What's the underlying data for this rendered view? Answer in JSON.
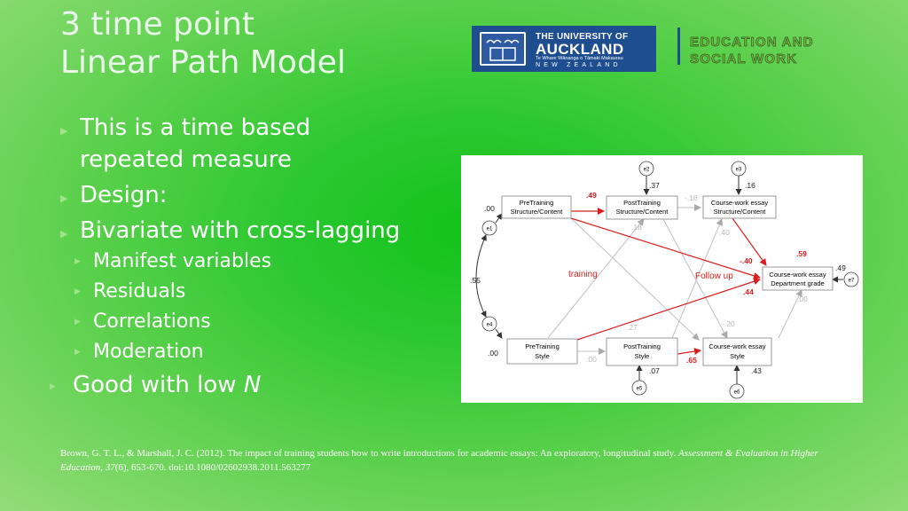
{
  "title": {
    "line1": "3 time point",
    "line2": "Linear Path Model"
  },
  "logo": {
    "line1": "THE UNIVERSITY OF",
    "line2": "AUCKLAND",
    "line3": "Te Whare Wānanga o Tāmaki Makaurau",
    "line4": "NEW ZEALAND"
  },
  "department": {
    "line1": "EDUCATION AND",
    "line2": "SOCIAL WORK"
  },
  "bullets": [
    {
      "text": "This is a time based repeated measure",
      "line1": "This is a time based",
      "line2": "repeated measure"
    },
    {
      "text": "Design:"
    },
    {
      "text": "Bivariate with cross-lagging"
    }
  ],
  "subbullets": [
    "Manifest variables",
    "Residuals",
    "Correlations",
    "Moderation"
  ],
  "final_bullet": {
    "text": "Good with low ",
    "emph": "N"
  },
  "diagram": {
    "nodes": {
      "pretrain_content": [
        "PreTraining",
        "Structure/Content"
      ],
      "posttrain_content": [
        "PostTraining",
        "Structure/Content"
      ],
      "coursework_content": [
        "Course-work essay",
        "Structure/Content"
      ],
      "grade": [
        "Course-work essay",
        "Department grade"
      ],
      "pretrain_style": [
        "PreTraining",
        "Style"
      ],
      "posttrain_style": [
        "PostTraining",
        "Style"
      ],
      "coursework_style": [
        "Course-work essay",
        "Style"
      ]
    },
    "residuals": {
      "e1": "e1",
      "e2": "e2",
      "e3": "e3",
      "e4": "e4",
      "e5": "e5",
      "e6": "e6",
      "e7": "e7"
    },
    "coefficients": {
      "r_pre_content": ".00",
      "r_post_content": ".37",
      "r_cw_content": ".16",
      "r_grade": ".49",
      "r_pre_style": ".00",
      "r_post_style": ".07",
      "r_cw_style": ".43",
      "p_pre_post_content": ".49",
      "p_post_cw_content": "-.16",
      "p_pre_style_post_content": ".18",
      "p_post_style_cw_content": ".40",
      "p_cw_content_grade": ".59",
      "p_pre_content_grade": "-.40",
      "p_pre_style_grade": ".44",
      "p_cw_style_grade": ".00",
      "p_pre_content_post_style": ".27",
      "p_post_content_cw_style": "-.20",
      "p_pre_post_style": ".00",
      "p_post_cw_style": ".65",
      "cov_e1_e4": ".55"
    },
    "labels": {
      "training": "training",
      "followup": "Follow up"
    },
    "colors": {
      "red": "#d81e1e",
      "grey": "#b0b0b0",
      "box": "#9a9a9a"
    }
  },
  "reference": {
    "text": "Brown, G. T. L., & Marshall, J. C. (2012). The impact of training students how to write introductions for academic essays: An exploratory, longitudinal study. ",
    "journal": "Assessment & Evaluation in Higher Education, 37",
    "rest": "(6), 653-670. doi:10.1080/02602938.2011.563277"
  }
}
